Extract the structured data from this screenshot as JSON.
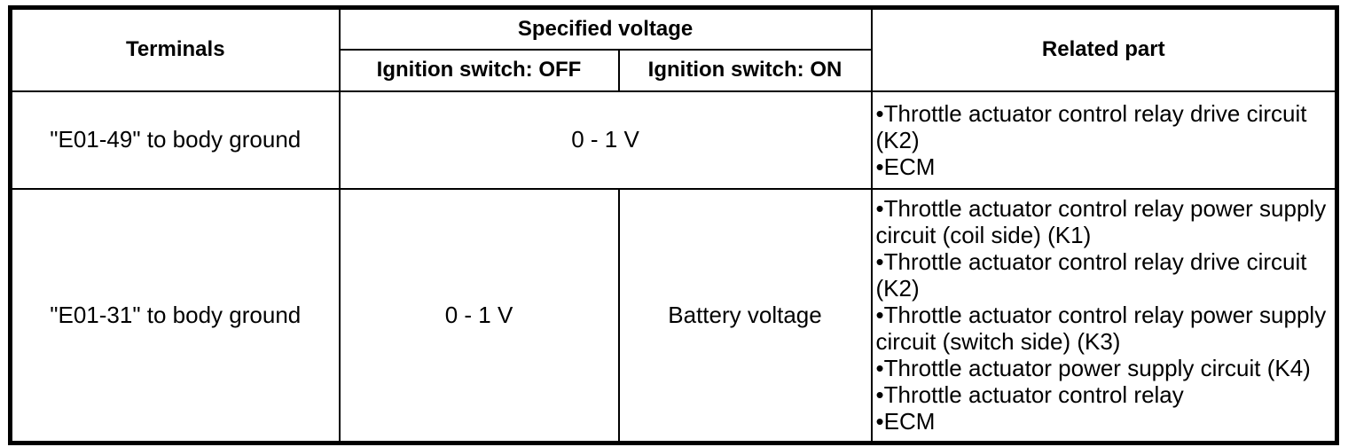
{
  "table": {
    "headers": {
      "terminals": "Terminals",
      "specified_voltage": "Specified voltage",
      "ignition_off": "Ignition switch: OFF",
      "ignition_on": "Ignition switch: ON",
      "related_part": "Related part"
    },
    "rows": [
      {
        "terminal": "\"E01-49\" to body ground",
        "voltage_both": "0 - 1 V",
        "related_parts": [
          "•Throttle actuator control relay drive circuit (K2)",
          "•ECM"
        ]
      },
      {
        "terminal": "\"E01-31\" to body ground",
        "voltage_off": "0 - 1 V",
        "voltage_on": "Battery voltage",
        "related_parts": [
          "•Throttle actuator control relay power supply circuit (coil side) (K1)",
          "•Throttle actuator control relay drive circuit (K2)",
          "•Throttle actuator control relay power supply circuit (switch side) (K3)",
          "•Throttle actuator power supply circuit (K4)",
          "•Throttle actuator control relay",
          "•ECM"
        ]
      }
    ]
  },
  "colors": {
    "border": "#000000",
    "text": "#000000",
    "background": "#ffffff"
  }
}
